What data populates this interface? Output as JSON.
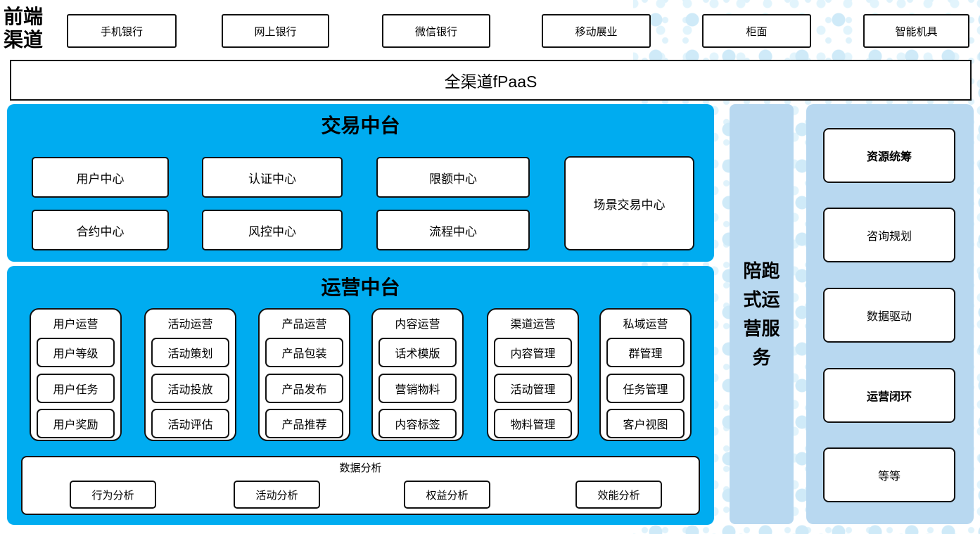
{
  "front_channels": {
    "label": "前端渠道",
    "label_lines": [
      "前端",
      "渠道"
    ],
    "items": [
      {
        "label": "手机银行"
      },
      {
        "label": "网上银行"
      },
      {
        "label": "微信银行"
      },
      {
        "label": "移动展业"
      },
      {
        "label": "柜面"
      },
      {
        "label": "智能机具"
      }
    ]
  },
  "fpaas": {
    "label": "全渠道fPaaS"
  },
  "trade_platform": {
    "title": "交易中台",
    "centers": [
      {
        "label": "用户中心"
      },
      {
        "label": "认证中心"
      },
      {
        "label": "限额中心"
      },
      {
        "label": "合约中心"
      },
      {
        "label": "风控中心"
      },
      {
        "label": "流程中心"
      }
    ],
    "scenario_center": {
      "label": "场景交易中心"
    }
  },
  "ops_platform": {
    "title": "运营中台",
    "groups": [
      {
        "title": "用户运营",
        "items": [
          "用户等级",
          "用户任务",
          "用户奖励"
        ]
      },
      {
        "title": "活动运营",
        "items": [
          "活动策划",
          "活动投放",
          "活动评估"
        ]
      },
      {
        "title": "产品运营",
        "items": [
          "产品包装",
          "产品发布",
          "产品推荐"
        ]
      },
      {
        "title": "内容运营",
        "items": [
          "话术模版",
          "营销物料",
          "内容标签"
        ]
      },
      {
        "title": "渠道运营",
        "items": [
          "内容管理",
          "活动管理",
          "物料管理"
        ]
      },
      {
        "title": "私域运营",
        "items": [
          "群管理",
          "任务管理",
          "客户视图"
        ]
      }
    ],
    "data_analysis": {
      "title": "数据分析",
      "items": [
        "行为分析",
        "活动分析",
        "权益分析",
        "效能分析"
      ]
    }
  },
  "accompany_service": {
    "label": "陪跑式运营服务",
    "lines": [
      "陪跑",
      "式运",
      "营服",
      "务"
    ]
  },
  "service_panel": {
    "items": [
      {
        "label": "资源统筹",
        "bold": true
      },
      {
        "label": "咨询规划",
        "bold": false
      },
      {
        "label": "数据驱动",
        "bold": false
      },
      {
        "label": "运营闭环",
        "bold": true
      },
      {
        "label": "等等",
        "bold": false
      }
    ]
  },
  "colors": {
    "primary_blue": "#00acf0",
    "light_blue": "#b8d8f0",
    "dot_blue": "#cfeaf8",
    "border": "#111111"
  }
}
